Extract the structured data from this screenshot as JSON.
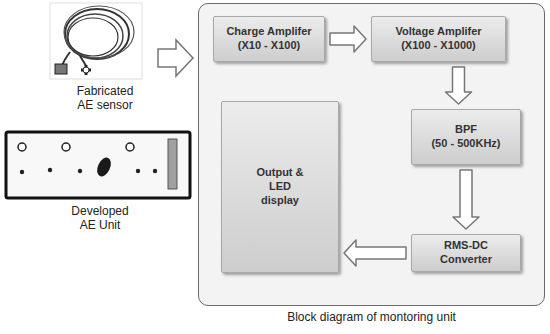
{
  "diagram": {
    "nodes": [
      {
        "text": [
          "Block diagram of montoring unit"
        ]
      },
      {
        "text": [
          "Charge Amplifer",
          "(X10 - X100)"
        ],
        "in": 0
      },
      {
        "text": [
          "Voltage Amplifer",
          "(X100 - X1000)"
        ],
        "in": 0
      },
      {
        "text": [
          "BPF",
          "(50 - 500KHz)"
        ],
        "in": 0
      },
      {
        "text": [
          "RMS-DC Converter"
        ],
        "in": 0
      },
      {
        "text": [
          "Output & LED display"
        ],
        "in": 0
      }
    ],
    "edges": [
      {
        "from": 1,
        "to": 2,
        "arrow": "to"
      },
      {
        "from": 2,
        "to": 3,
        "arrow": "to"
      },
      {
        "from": 3,
        "to": 4,
        "arrow": "to"
      },
      {
        "from": 4,
        "to": 5,
        "arrow": "to"
      }
    ],
    "labels": [
      "Fabricated AE sensor",
      "Developed AE Unit"
    ]
  }
}
